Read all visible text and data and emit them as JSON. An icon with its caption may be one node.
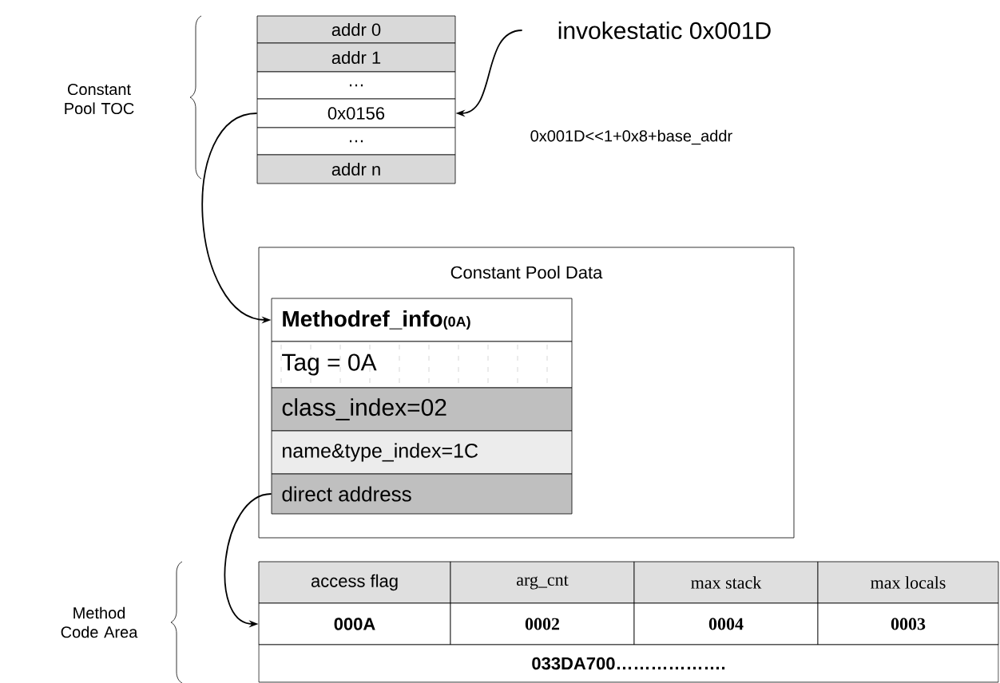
{
  "diagram": {
    "nodes": [
      {
        "text": [
          "addr 0"
        ]
      },
      {
        "text": [
          "addr 1"
        ]
      },
      {
        "text": [
          "…"
        ]
      },
      {
        "text": [
          "0x0156"
        ]
      },
      {
        "text": [
          "…"
        ]
      },
      {
        "text": [
          "addr n"
        ]
      },
      {
        "text": [
          "invokestatic 0x001D"
        ]
      },
      {
        "text": [
          "Constant Pool Data"
        ]
      },
      {
        "text": [
          "Methodref_info",
          "(0A)"
        ],
        "in": 7
      },
      {
        "text": [
          "Tag = 0A"
        ],
        "in": 7
      },
      {
        "text": [
          "class_index=02"
        ],
        "in": 7
      },
      {
        "text": [
          "name&type_index=1C"
        ],
        "in": 7
      },
      {
        "text": [
          "direct address"
        ],
        "in": 7
      },
      {
        "text": [
          "access flag"
        ]
      },
      {
        "text": [
          "arg_cnt"
        ]
      },
      {
        "text": [
          "max stack"
        ]
      },
      {
        "text": [
          "max locals"
        ]
      },
      {
        "text": [
          "000A"
        ]
      },
      {
        "text": [
          "0002"
        ]
      },
      {
        "text": [
          "0004"
        ]
      },
      {
        "text": [
          "0003"
        ]
      },
      {
        "text": [
          "033DA700………………."
        ]
      }
    ],
    "edges": [
      {
        "from": 6,
        "to": 3,
        "arrow": "to"
      },
      {
        "from": 3,
        "to": 8,
        "arrow": "to"
      },
      {
        "from": 12,
        "to": 17,
        "arrow": "to"
      }
    ],
    "labels": [
      "Constant Pool TOC",
      "0x001D<<1+0x8+base_addr",
      "Method Code Area"
    ]
  }
}
